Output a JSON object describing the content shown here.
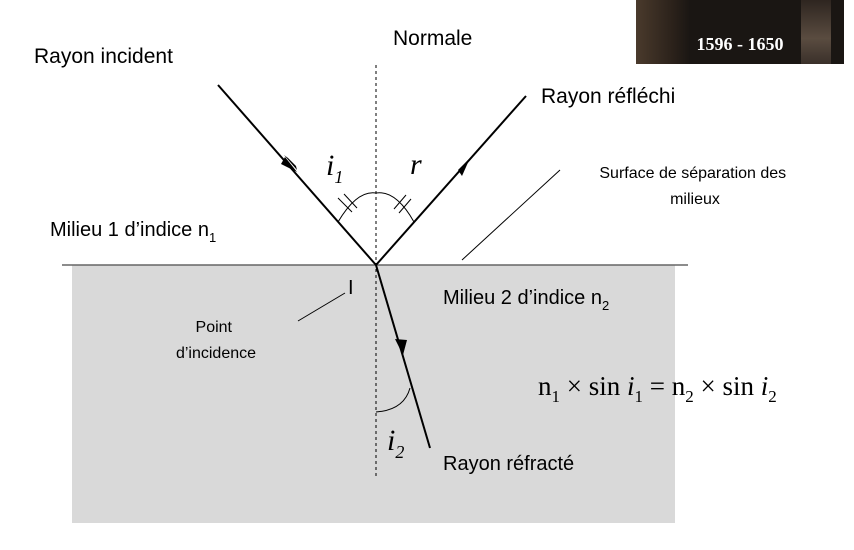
{
  "labels": {
    "incident_ray": "Rayon incident",
    "normal": "Normale",
    "reflected_ray": "Rayon réfléchi",
    "surface": {
      "line1": "Surface de séparation des",
      "line2": "milieux"
    },
    "medium1": {
      "text": "Milieu 1 d’indice n",
      "sub": "1"
    },
    "medium2": {
      "text": "Milieu 2 d’indice n",
      "sub": "2"
    },
    "incidence_point_letter": "I",
    "incidence_point": {
      "line1": "Point",
      "line2": "d’incidence"
    },
    "refracted_ray": "Rayon réfracté"
  },
  "angles": {
    "i1": {
      "letter": "i",
      "sub": "1"
    },
    "r": {
      "letter": "r"
    },
    "i2": {
      "letter": "i",
      "sub": "2"
    }
  },
  "formula": {
    "n1": "n",
    "n1_sub": "1",
    "op1": " × sin ",
    "i1": "i",
    "i1_sub": "1",
    "eq": " = ",
    "n2": "n",
    "n2_sub": "2",
    "op2": " × sin ",
    "i2": "i",
    "i2_sub": "2"
  },
  "portrait": {
    "years": "1596 - 1650"
  },
  "colors": {
    "medium2_fill": "#d9d9d9",
    "line": "#000000",
    "surface_line": "#666666"
  }
}
